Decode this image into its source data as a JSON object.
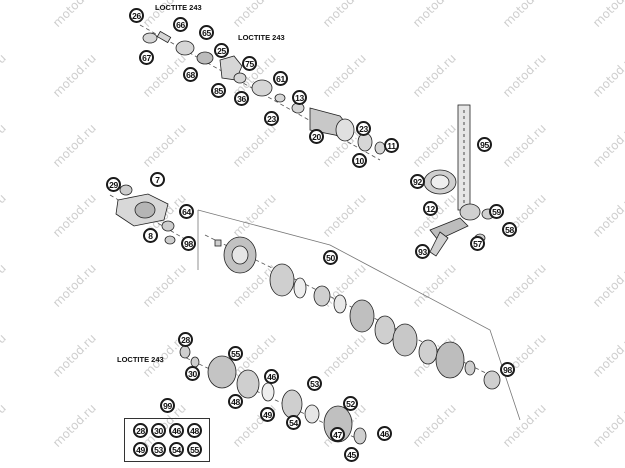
{
  "watermark": "motod.ru",
  "notes": {
    "loctite_top": "LOCTITE 243",
    "loctite_mid": "LOCTITE 243",
    "loctite_bottom": "LOCTITE 243"
  },
  "callouts": {
    "c26": "26",
    "c66": "66",
    "c65": "65",
    "c67": "67",
    "c25": "25",
    "c75": "75",
    "c68": "68",
    "c61": "61",
    "c85": "85",
    "c36": "36",
    "c13": "13",
    "c23a": "23",
    "c23b": "23",
    "c20": "20",
    "c10": "10",
    "c11": "11",
    "c95": "95",
    "c29": "29",
    "c7": "7",
    "c64": "64",
    "c8": "8",
    "c98a": "98",
    "c92": "92",
    "c12": "12",
    "c59": "59",
    "c93": "93",
    "c57": "57",
    "c58": "58",
    "c50": "50",
    "c28": "28",
    "c55": "55",
    "c30": "30",
    "c46": "46",
    "c53": "53",
    "c48": "48",
    "c49": "49",
    "c54": "54",
    "c52": "52",
    "c98b": "98",
    "c99": "99",
    "c47": "47",
    "c46b": "46",
    "c45": "45"
  },
  "kit": [
    "28",
    "30",
    "46",
    "48",
    "49",
    "53",
    "54",
    "55"
  ]
}
